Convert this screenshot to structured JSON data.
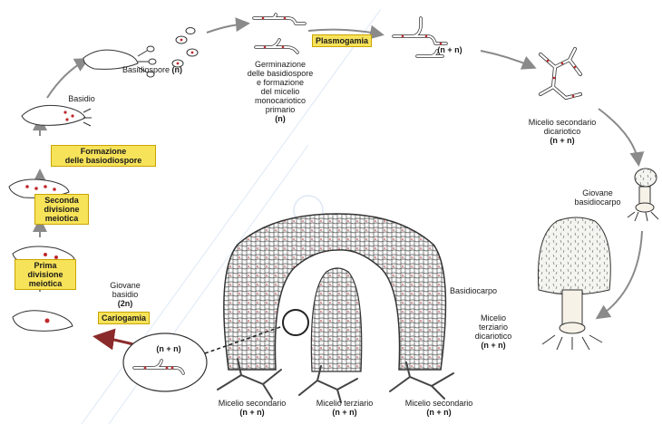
{
  "colors": {
    "stage_highlight": "#f7e35a",
    "arrow": "#8a8a8a",
    "arrow_dark_red": "#8b2a2a",
    "nucleus_red": "#c0282b",
    "hyphae": "#444444"
  },
  "labels": {
    "basidiospore": "Basidiospore",
    "basidiospore_ploidy": "(n)",
    "germination": [
      "Germinazione",
      "delle basidiospore",
      "e formazione",
      "del micelio",
      "monocariotico",
      "primario"
    ],
    "germination_ploidy": "(n)",
    "plasmogamia": "Plasmogamia",
    "plasmogamia_ploidy": "(n + n)",
    "secondary_mycelium": [
      "Micelio secondario",
      "dicariotico"
    ],
    "secondary_mycelium_ploidy": "(n + n)",
    "young_basidiocarp": [
      "Giovane",
      "basidiocarpo"
    ],
    "basidio": "Basidio",
    "formazione": [
      "Formazione",
      "delle basiodiospore"
    ],
    "seconda": [
      "Seconda",
      "divisione",
      "meiotica"
    ],
    "prima": [
      "Prima",
      "divisione",
      "meiotica"
    ],
    "young_basidio": [
      "Giovane",
      "basidio"
    ],
    "young_basidio_ploidy": "(2n)",
    "cariogamia": "Cariogamia",
    "zoom_ploidy": "(n + n)",
    "basidiocarpo": "Basidiocarpo",
    "tertiary_mycelium": [
      "Micelio",
      "terziario",
      "dicariotico"
    ],
    "tertiary_mycelium_ploidy": "(n + n)",
    "bottom_left": "Micelio secondario",
    "bottom_left_ploidy": "(n + n)",
    "bottom_mid": "Micelio terziario",
    "bottom_mid_ploidy": "(n + n)",
    "bottom_right": "Micelio secondario",
    "bottom_right_ploidy": "(n + n)"
  }
}
